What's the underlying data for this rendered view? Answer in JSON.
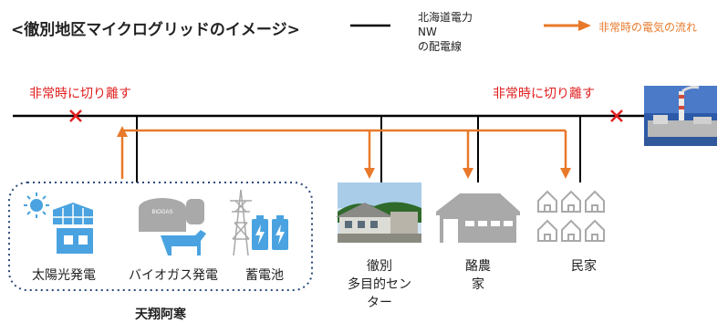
{
  "title": "<徹別地区マイクログリッドのイメージ>",
  "legend": {
    "grid_line_label_lines": [
      "北海道電力",
      "NW",
      "の配電線"
    ],
    "flow_label": "非常時の電気の流れ",
    "grid_line_color": "#000000",
    "flow_color": "#e8792a"
  },
  "cut_points": [
    {
      "label": "非常時に切り離す"
    },
    {
      "label": "非常時に切り離す"
    }
  ],
  "generation_sources": [
    {
      "label": "太陽光発電",
      "icon": "solar-house-icon"
    },
    {
      "label": "バイオガス発電",
      "icon": "biogas-plant-icon"
    },
    {
      "label": "蓄電池",
      "icon": "battery-tower-icon"
    }
  ],
  "area_name": "天翔阿寒",
  "consumers": [
    {
      "label_lines": [
        "徹別",
        "多目的セン",
        "ター"
      ],
      "icon": "community-center-icon"
    },
    {
      "label_lines": [
        "酪農",
        "家"
      ],
      "icon": "dairy-barn-icon"
    },
    {
      "label_lines": [
        "民家"
      ],
      "icon": "houses-icon"
    }
  ],
  "power_plant_icon": "power-plant-icon",
  "colors": {
    "cut_mark": "#e02020",
    "dotted_box": "#2c4a7a",
    "icon_gray": "#a9a9a9",
    "icon_blue": "#4aa3e0"
  }
}
